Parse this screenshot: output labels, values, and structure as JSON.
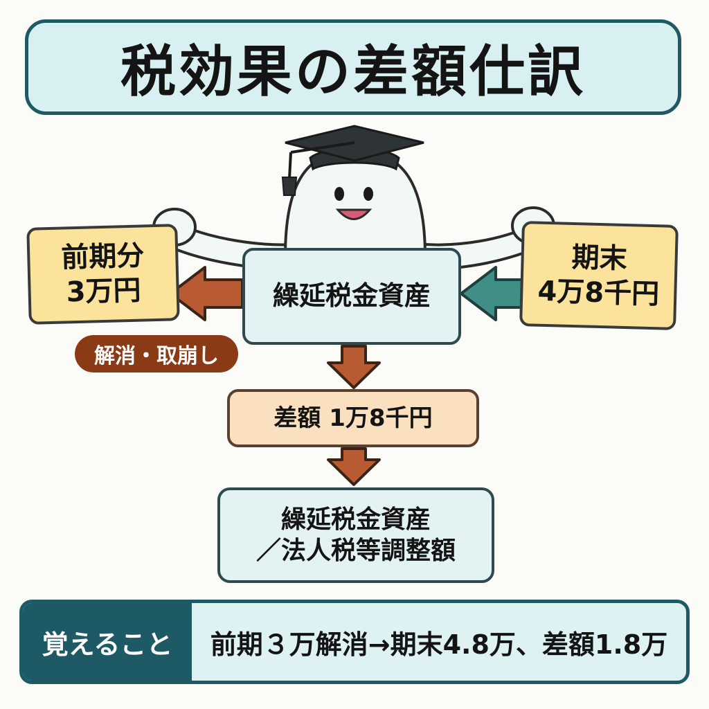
{
  "title": "税効果の差額仕訳",
  "prior_box": {
    "line1": "前期分",
    "line2": "3万円"
  },
  "end_box": {
    "line1": "期末",
    "line2": "4万8千円"
  },
  "dta_box": {
    "label": "繰延税金資産"
  },
  "reversal_tag": {
    "label": "解消・取崩し"
  },
  "difference_box": {
    "label": "差額 1万8千円"
  },
  "entry_box": {
    "line1": "繰延税金資産",
    "line2": "／法人税等調整額"
  },
  "footer": {
    "label": "覚えること",
    "text": "前期３万解消→期末4.8万、差額1.8万"
  },
  "colors": {
    "title_bg": "#d9f0f2",
    "title_border": "#1f5a63",
    "yellow_box": "#fbe39b",
    "light_teal_box": "#e3f3f4",
    "peach_box": "#fbe0c0",
    "brown_arrow": "#b85a32",
    "teal_arrow": "#3f8f86",
    "tag_bg": "#8a3a14",
    "footer_dark": "#1e5a66"
  },
  "icons": [
    "mortarboard-cap-icon",
    "mascot-character"
  ]
}
